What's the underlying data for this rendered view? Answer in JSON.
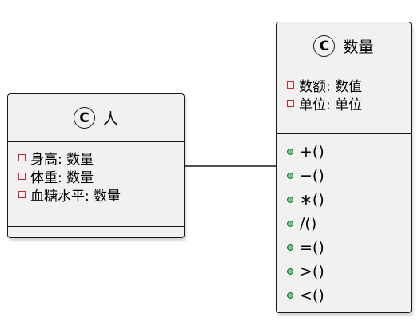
{
  "diagram": {
    "classes": [
      {
        "id": "person",
        "icon": "C",
        "name": "人",
        "attributes": [
          {
            "visibility": "private",
            "text": "身高: 数量"
          },
          {
            "visibility": "private",
            "text": "体重: 数量"
          },
          {
            "visibility": "private",
            "text": "血糖水平: 数量"
          }
        ],
        "operations": []
      },
      {
        "id": "quantity",
        "icon": "C",
        "name": "数量",
        "attributes": [
          {
            "visibility": "private",
            "text": "数额: 数值"
          },
          {
            "visibility": "private",
            "text": "单位: 单位"
          }
        ],
        "operations": [
          {
            "visibility": "public",
            "text": "+()"
          },
          {
            "visibility": "public",
            "text": "−()"
          },
          {
            "visibility": "public",
            "text": "∗()"
          },
          {
            "visibility": "public",
            "text": "∕()"
          },
          {
            "visibility": "public",
            "text": "=()"
          },
          {
            "visibility": "public",
            "text": ">()"
          },
          {
            "visibility": "public",
            "text": "<()"
          }
        ]
      }
    ],
    "associations": [
      {
        "from": "person",
        "to": "quantity",
        "type": "association"
      }
    ],
    "colors": {
      "class_fill": "#f1f1f1",
      "border": "#181818",
      "private_marker": "#c82930",
      "public_marker_fill": "#84be84",
      "public_marker_border": "#038048"
    }
  }
}
